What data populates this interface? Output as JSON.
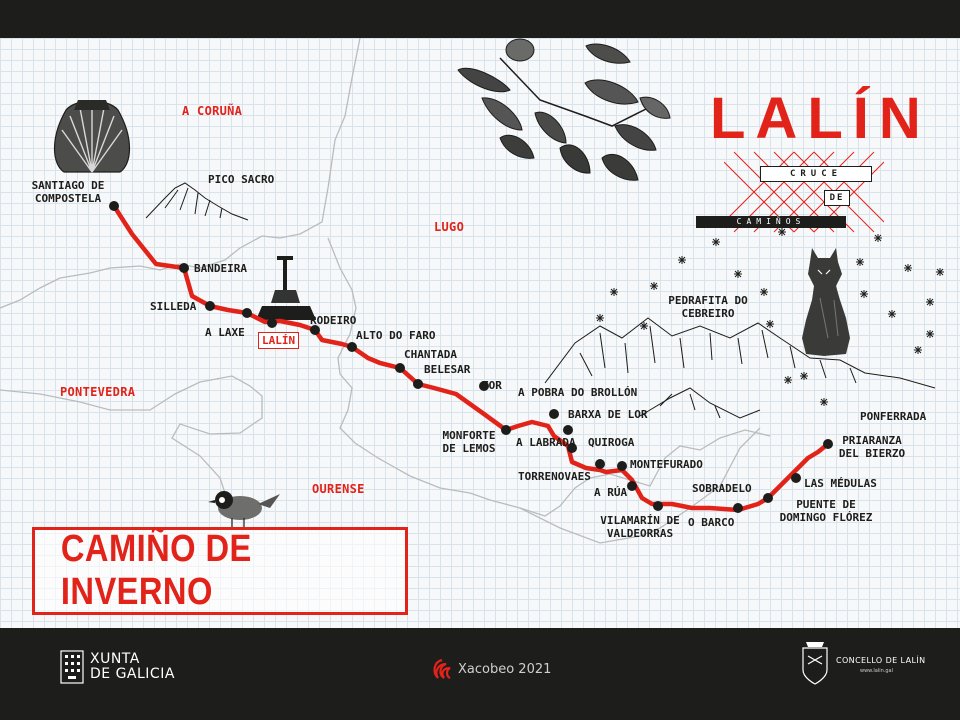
{
  "provinces": [
    "A CORUÑA",
    "LUGO",
    "PONTEVEDRA",
    "OURENSE"
  ],
  "places": [
    "SANTIAGO DE\nCOMPOSTELA",
    "PICO SACRO",
    "BANDEIRA",
    "SILLEDA",
    "A LAXE",
    "LALÍN",
    "RODEIRO",
    "ALTO DO FARO",
    "CHANTADA",
    "BELESAR",
    "TOR",
    "MONFORTE\nDE LEMOS",
    "A POBRA DO BROLLÓN",
    "BARXA DE LOR",
    "A LABRADA",
    "QUIROGA",
    "MONTEFURADO",
    "TORRENOVAES",
    "A RÚA",
    "SOBRADELO",
    "VILAMARÍN DE\nVALDEORRAS",
    "O BARCO",
    "PUENTE DE\nDOMINGO FLÓREZ",
    "LAS MÉDULAS",
    "PRIARANZA\nDEL BIERZO",
    "PONFERRADA",
    "PEDRAFITA DO\nCEBREIRO"
  ],
  "title": "CAMIÑO DE INVERNO",
  "brand": {
    "title": "LALÍN",
    "line1": "CRUCE",
    "line2": "DE",
    "line3": "CAMIÑOS"
  },
  "footer": {
    "xunta_line1": "XUNTA",
    "xunta_line2": "DE GALICIA",
    "xacobeo": "Xacobeo 2021",
    "concello": "CONCELLO DE LALÍN",
    "concello_url": "www.lalin.gal"
  },
  "colors": {
    "route": "#e2231a",
    "accent": "#e2231a",
    "dark": "#1d1d1b"
  },
  "icons": [
    "scallop-shell-icon",
    "mountain-icon",
    "monument-icon",
    "leaves-icon",
    "wolf-icon",
    "bird-icon",
    "star-icon",
    "xunta-crest-icon",
    "xacobeo-swirl-icon",
    "concello-crest-icon"
  ]
}
